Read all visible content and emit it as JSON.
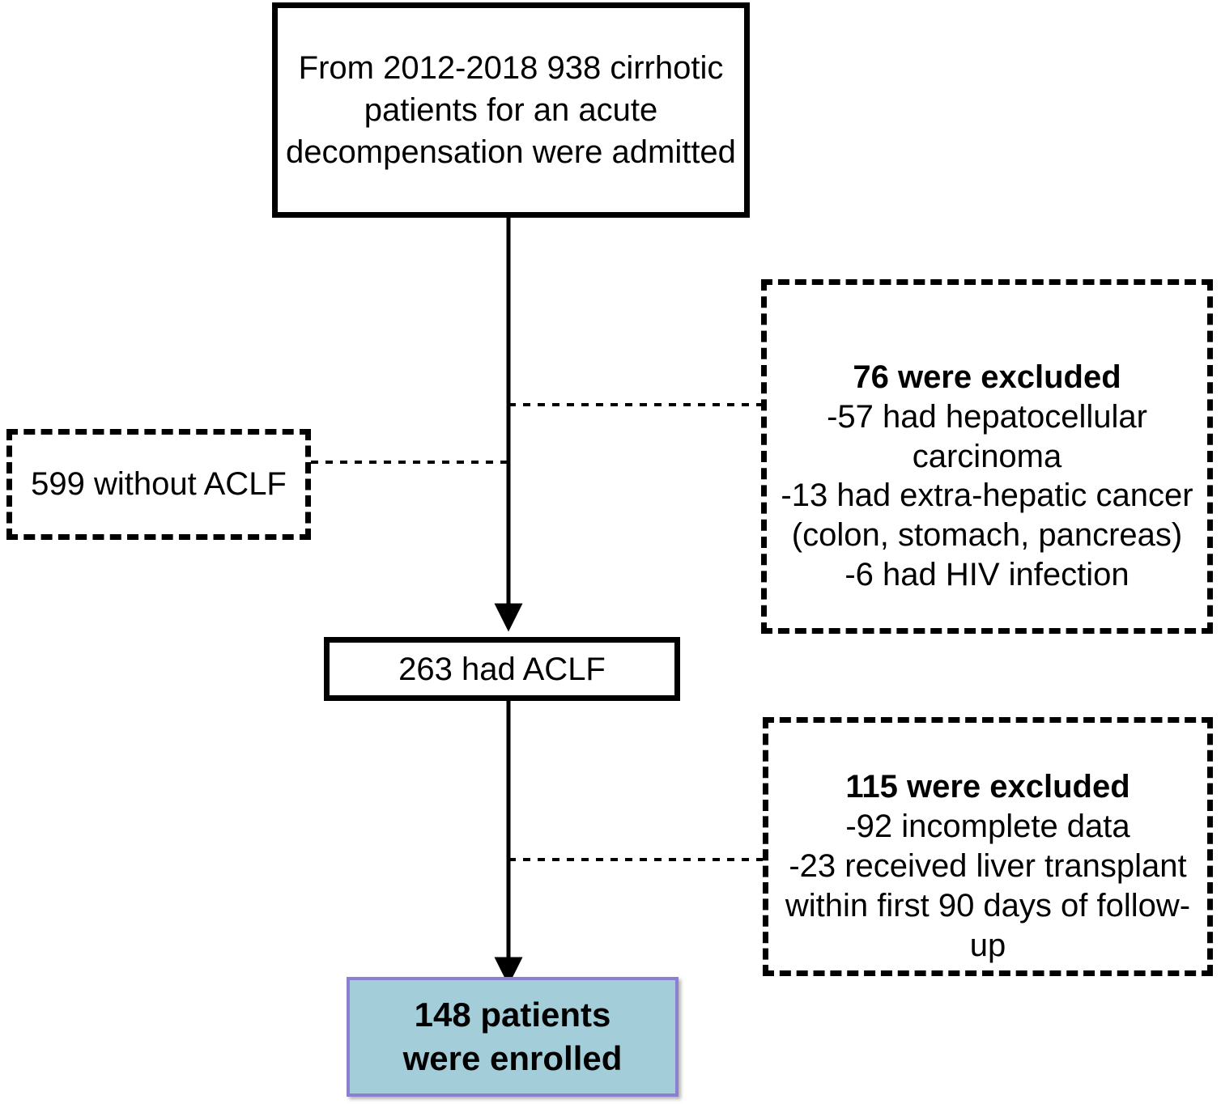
{
  "figure": {
    "type": "flowchart",
    "description": "Patient selection flow diagram (CONSORT-style)"
  },
  "nodes": {
    "admitted": {
      "text": "From 2012-2018  938 cirrhotic patients for an acute decompensation were admitted",
      "style": "solid"
    },
    "no_aclf": {
      "text": "599 without ACLF",
      "style": "dashed"
    },
    "excluded_1": {
      "header": "76 were excluded",
      "body": "-57 had hepatocellular carcinoma\n-13 had extra-hepatic cancer (colon, stomach, pancreas)\n-6 had HIV infection",
      "style": "dashed"
    },
    "aclf": {
      "text": "263 had ACLF",
      "style": "solid"
    },
    "excluded_2": {
      "header": "115 were excluded",
      "body": "-92 incomplete data\n-23 received  liver transplant within first 90 days of follow-up",
      "style": "dashed"
    },
    "enrolled": {
      "text": "148 patients\nwere enrolled",
      "style": "filled",
      "fill_color": "#a3cdd8",
      "border_color": "#8c7ed0"
    }
  },
  "edges": [
    {
      "name": "admitted-to-aclf",
      "kind": "solid-arrow"
    },
    {
      "name": "trunk-to-excluded-1",
      "kind": "dotted"
    },
    {
      "name": "trunk-to-no-aclf",
      "kind": "dotted"
    },
    {
      "name": "aclf-to-enrolled",
      "kind": "solid-arrow"
    },
    {
      "name": "trunk-to-excluded-2",
      "kind": "dotted"
    }
  ],
  "colors": {
    "stroke": "#000000",
    "enrolled_fill": "#a3cdd8",
    "enrolled_border": "#8c7ed0",
    "background": "#ffffff"
  }
}
